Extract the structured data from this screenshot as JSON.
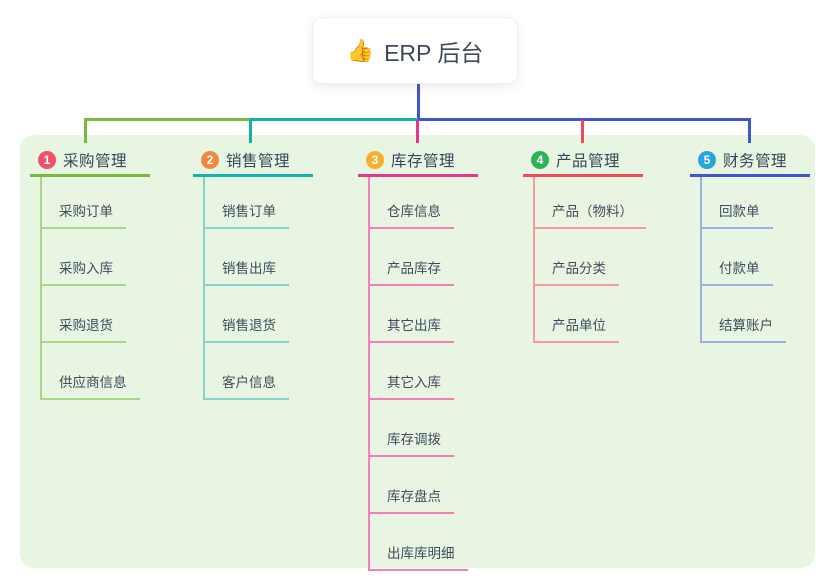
{
  "root": {
    "icon": "👍",
    "icon_name": "thumbs-up-icon",
    "label": "ERP 后台"
  },
  "palette": {
    "root_line": "#4355c8",
    "panel_bg": "#e8f5e2",
    "card_bg": "#ffffff",
    "title_color": "#3d4a5c",
    "text_color": "#3f4c5e"
  },
  "branches": [
    {
      "index": "1",
      "label": "采购管理",
      "badge_color": "#f1506c",
      "line_color": "#7cb83f",
      "line_light": "#abd587",
      "items": [
        "采购订单",
        "采购入库",
        "采购退货",
        "供应商信息"
      ]
    },
    {
      "index": "2",
      "label": "销售管理",
      "badge_color": "#f08a3e",
      "line_color": "#12b3a8",
      "line_light": "#84d4cc",
      "items": [
        "销售订单",
        "销售出库",
        "销售退货",
        "客户信息"
      ]
    },
    {
      "index": "3",
      "label": "库存管理",
      "badge_color": "#f6b02c",
      "line_color": "#e1378d",
      "line_light": "#f180ba",
      "items": [
        "仓库信息",
        "产品库存",
        "其它出库",
        "其它入库",
        "库存调拨",
        "库存盘点",
        "出库库明细"
      ]
    },
    {
      "index": "4",
      "label": "产品管理",
      "badge_color": "#2fb156",
      "line_color": "#f04a58",
      "line_light": "#f79aa0",
      "items": [
        "产品（物料）",
        "产品分类",
        "产品单位"
      ]
    },
    {
      "index": "5",
      "label": "财务管理",
      "badge_color": "#28a5de",
      "line_color": "#4156c8",
      "line_light": "#9cafe0",
      "items": [
        "回款单",
        "付款单",
        "结算账户"
      ]
    }
  ]
}
